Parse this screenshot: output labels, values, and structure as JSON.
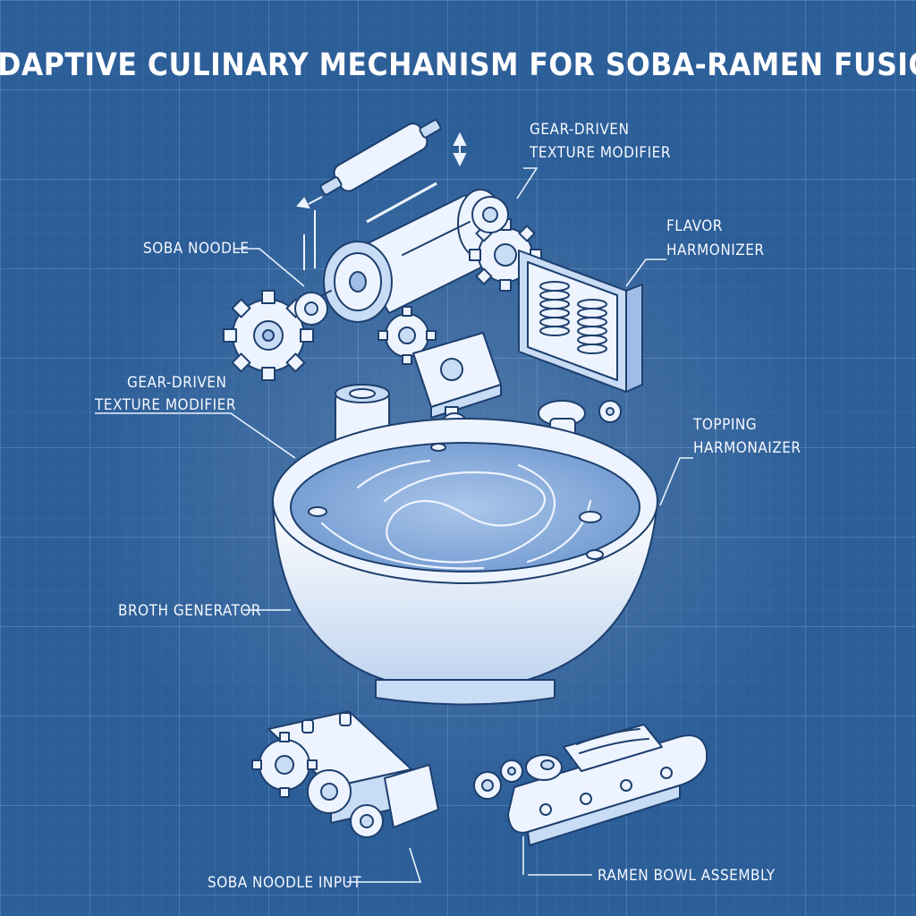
{
  "title": "ADAPTIVE CULINARY MECHANISM FOR SOBA-RAMEN FUSION",
  "labels": {
    "gear_top_line1": "GEAR-DRIVEN",
    "gear_top_line2": "TEXTURE MODIFIER",
    "soba_noodle": "SOBA NOODLE",
    "flavor_line1": "FLAVOR",
    "flavor_line2": "HARMONIZER",
    "gear_left_line1": "GEAR-DRIVEN",
    "gear_left_line2": "TEXTURE MODIFIER",
    "topping_line1": "TOPPING",
    "topping_line2": "HARMONAIZER",
    "broth_generator": "BROTH GENERATOR",
    "soba_noodle_input": "SOBA NOODLE INPUT",
    "ramen_bowl_assembly": "RAMEN BOWL ASSEMBLY"
  },
  "colors": {
    "background": "#2c5e98",
    "grid": "#4a7cb6",
    "line_art": "#1d3f6e",
    "label_text": "#f4f8ff"
  },
  "icons": [
    "gear-icon",
    "roller-icon",
    "spring-icon",
    "bowl-icon",
    "conveyor-icon",
    "egg-icon"
  ]
}
